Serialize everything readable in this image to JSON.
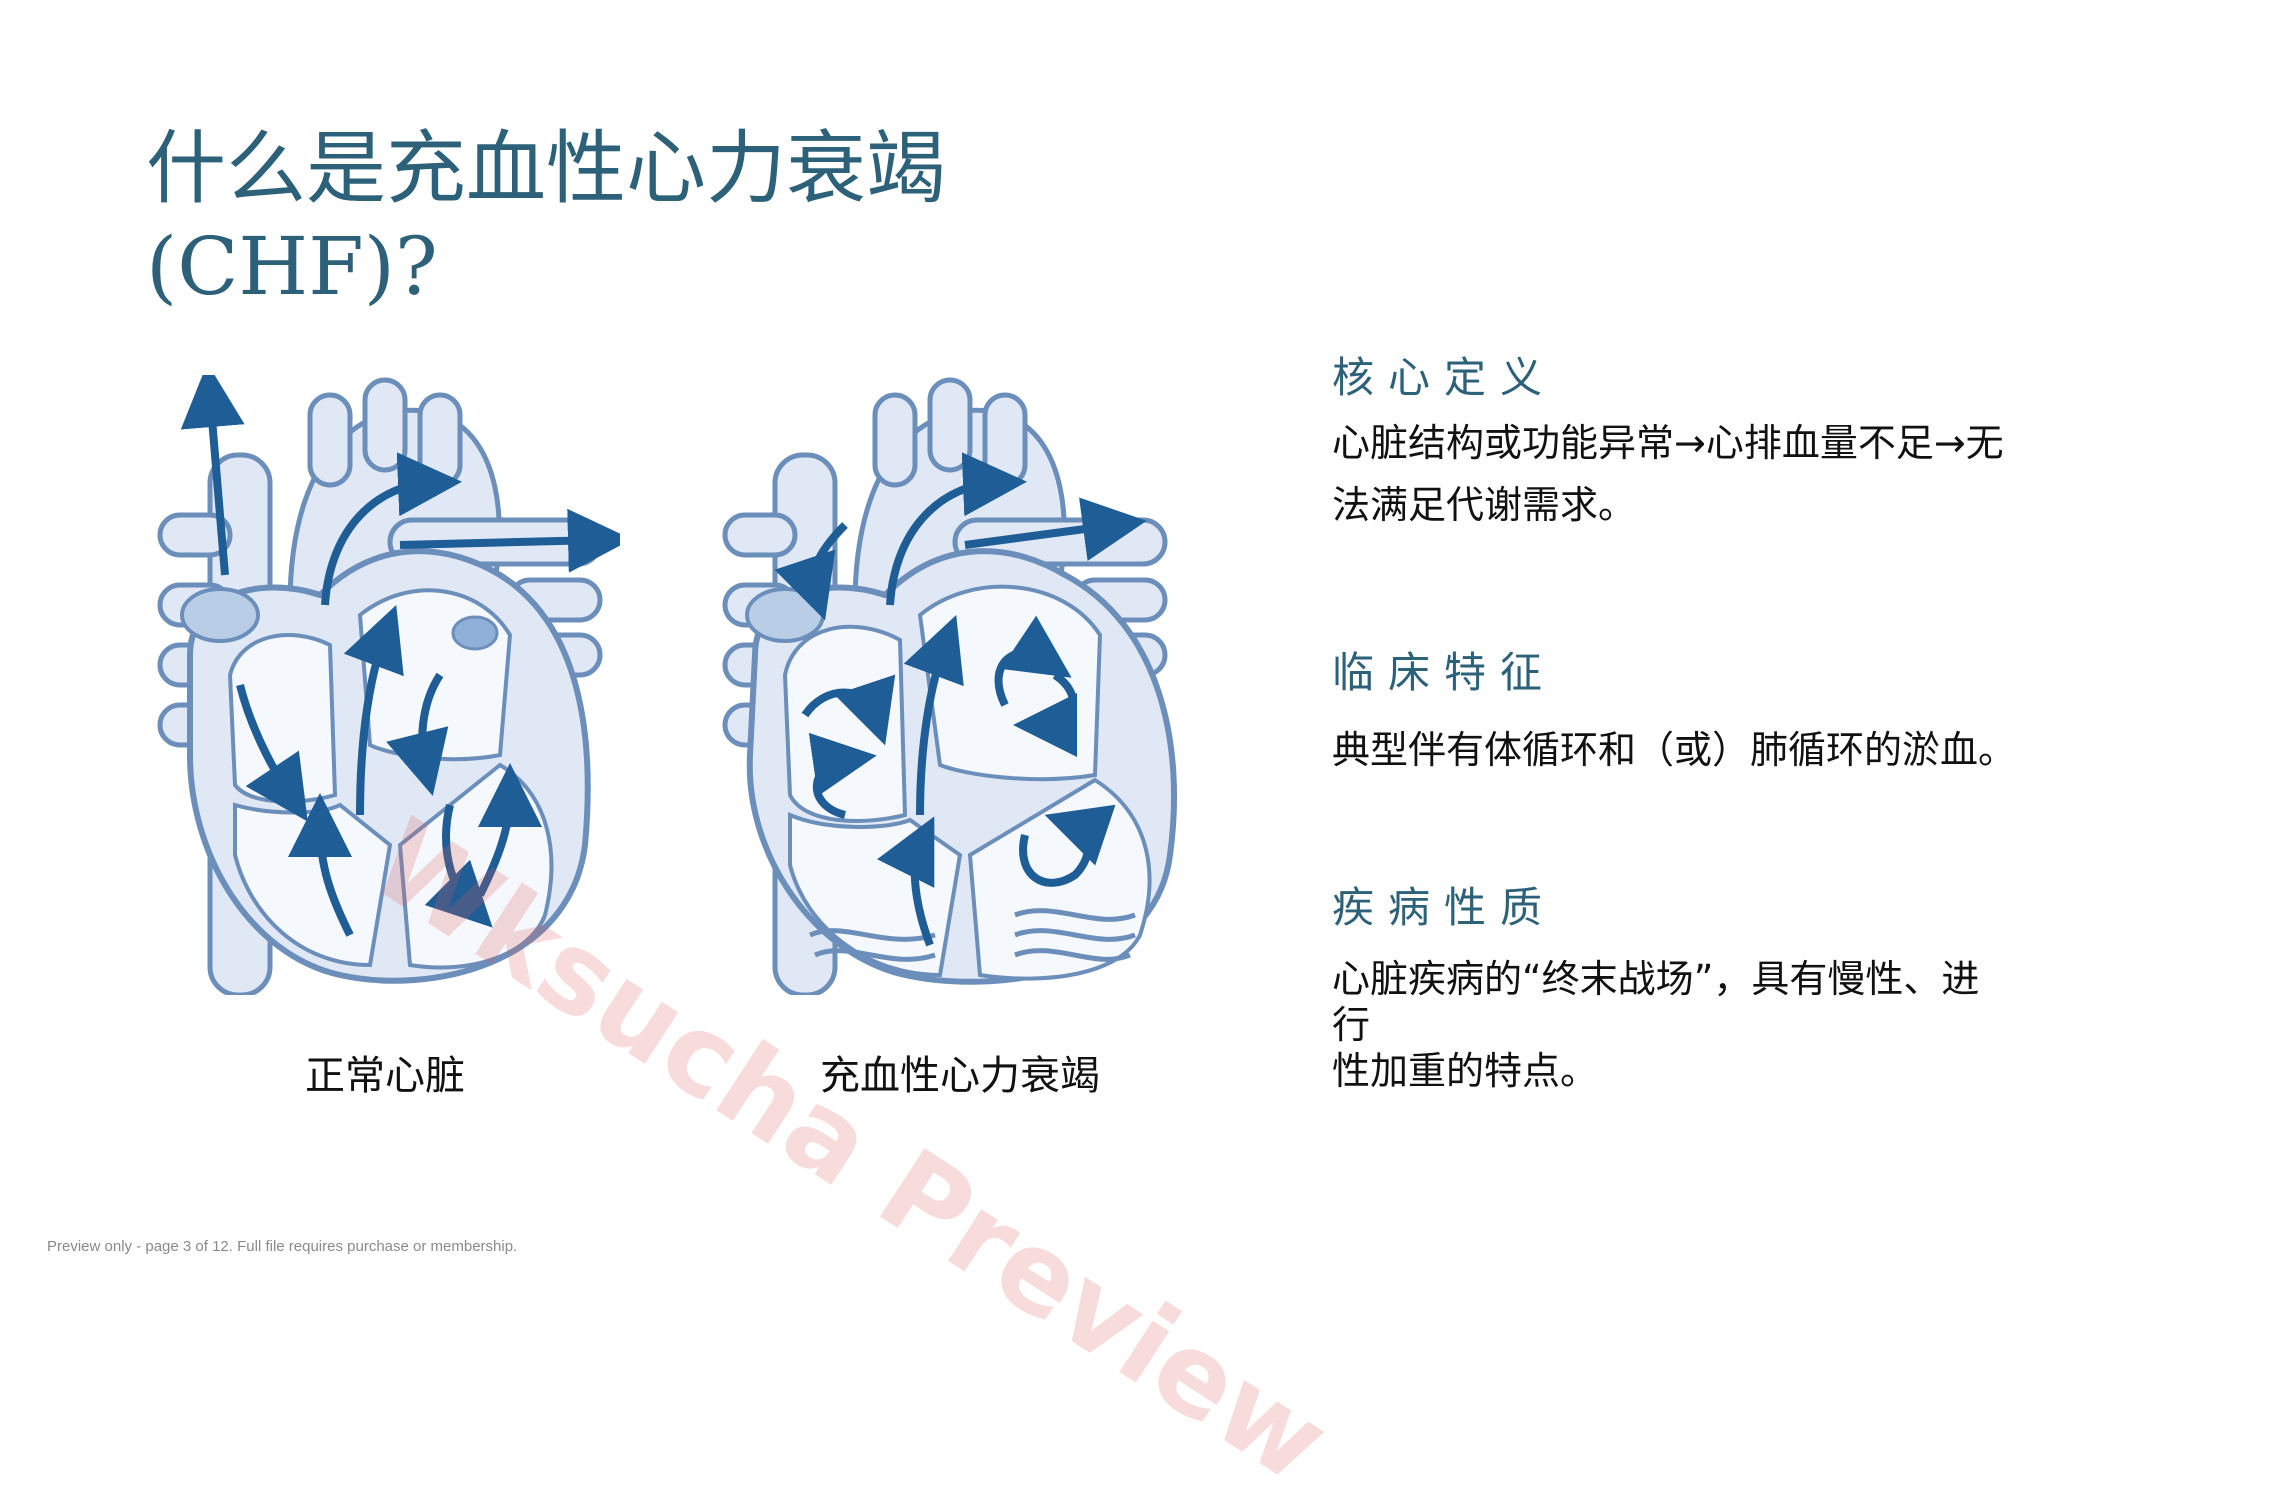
{
  "title": {
    "line1": "什么是充血性心力衰竭",
    "line2": "(CHF)?"
  },
  "figures": {
    "normal_caption": "正常心脏",
    "chf_caption": "充血性心力衰竭"
  },
  "sections": [
    {
      "heading": "核心定义",
      "lines": [
        "心脏结构或功能异常→心排血量不足→无",
        "法满足代谢需求。"
      ]
    },
    {
      "heading": "临床特征",
      "lines": [
        "典型伴有体循环和（或）肺循环的淤血。"
      ]
    },
    {
      "heading": "疾病性质",
      "lines": [
        "心脏疾病的“终末战场”，具有慢性、进",
        "行",
        "性加重的特点。"
      ]
    }
  ],
  "watermark": "Wksucha Preview",
  "footer": "Preview only - page 3 of 12. Full file requires purchase or membership.",
  "colors": {
    "title": "#2c6179",
    "heart_fill": "#dfe8f4",
    "heart_stroke": "#6b8fba",
    "arrow": "#1e5d96"
  }
}
